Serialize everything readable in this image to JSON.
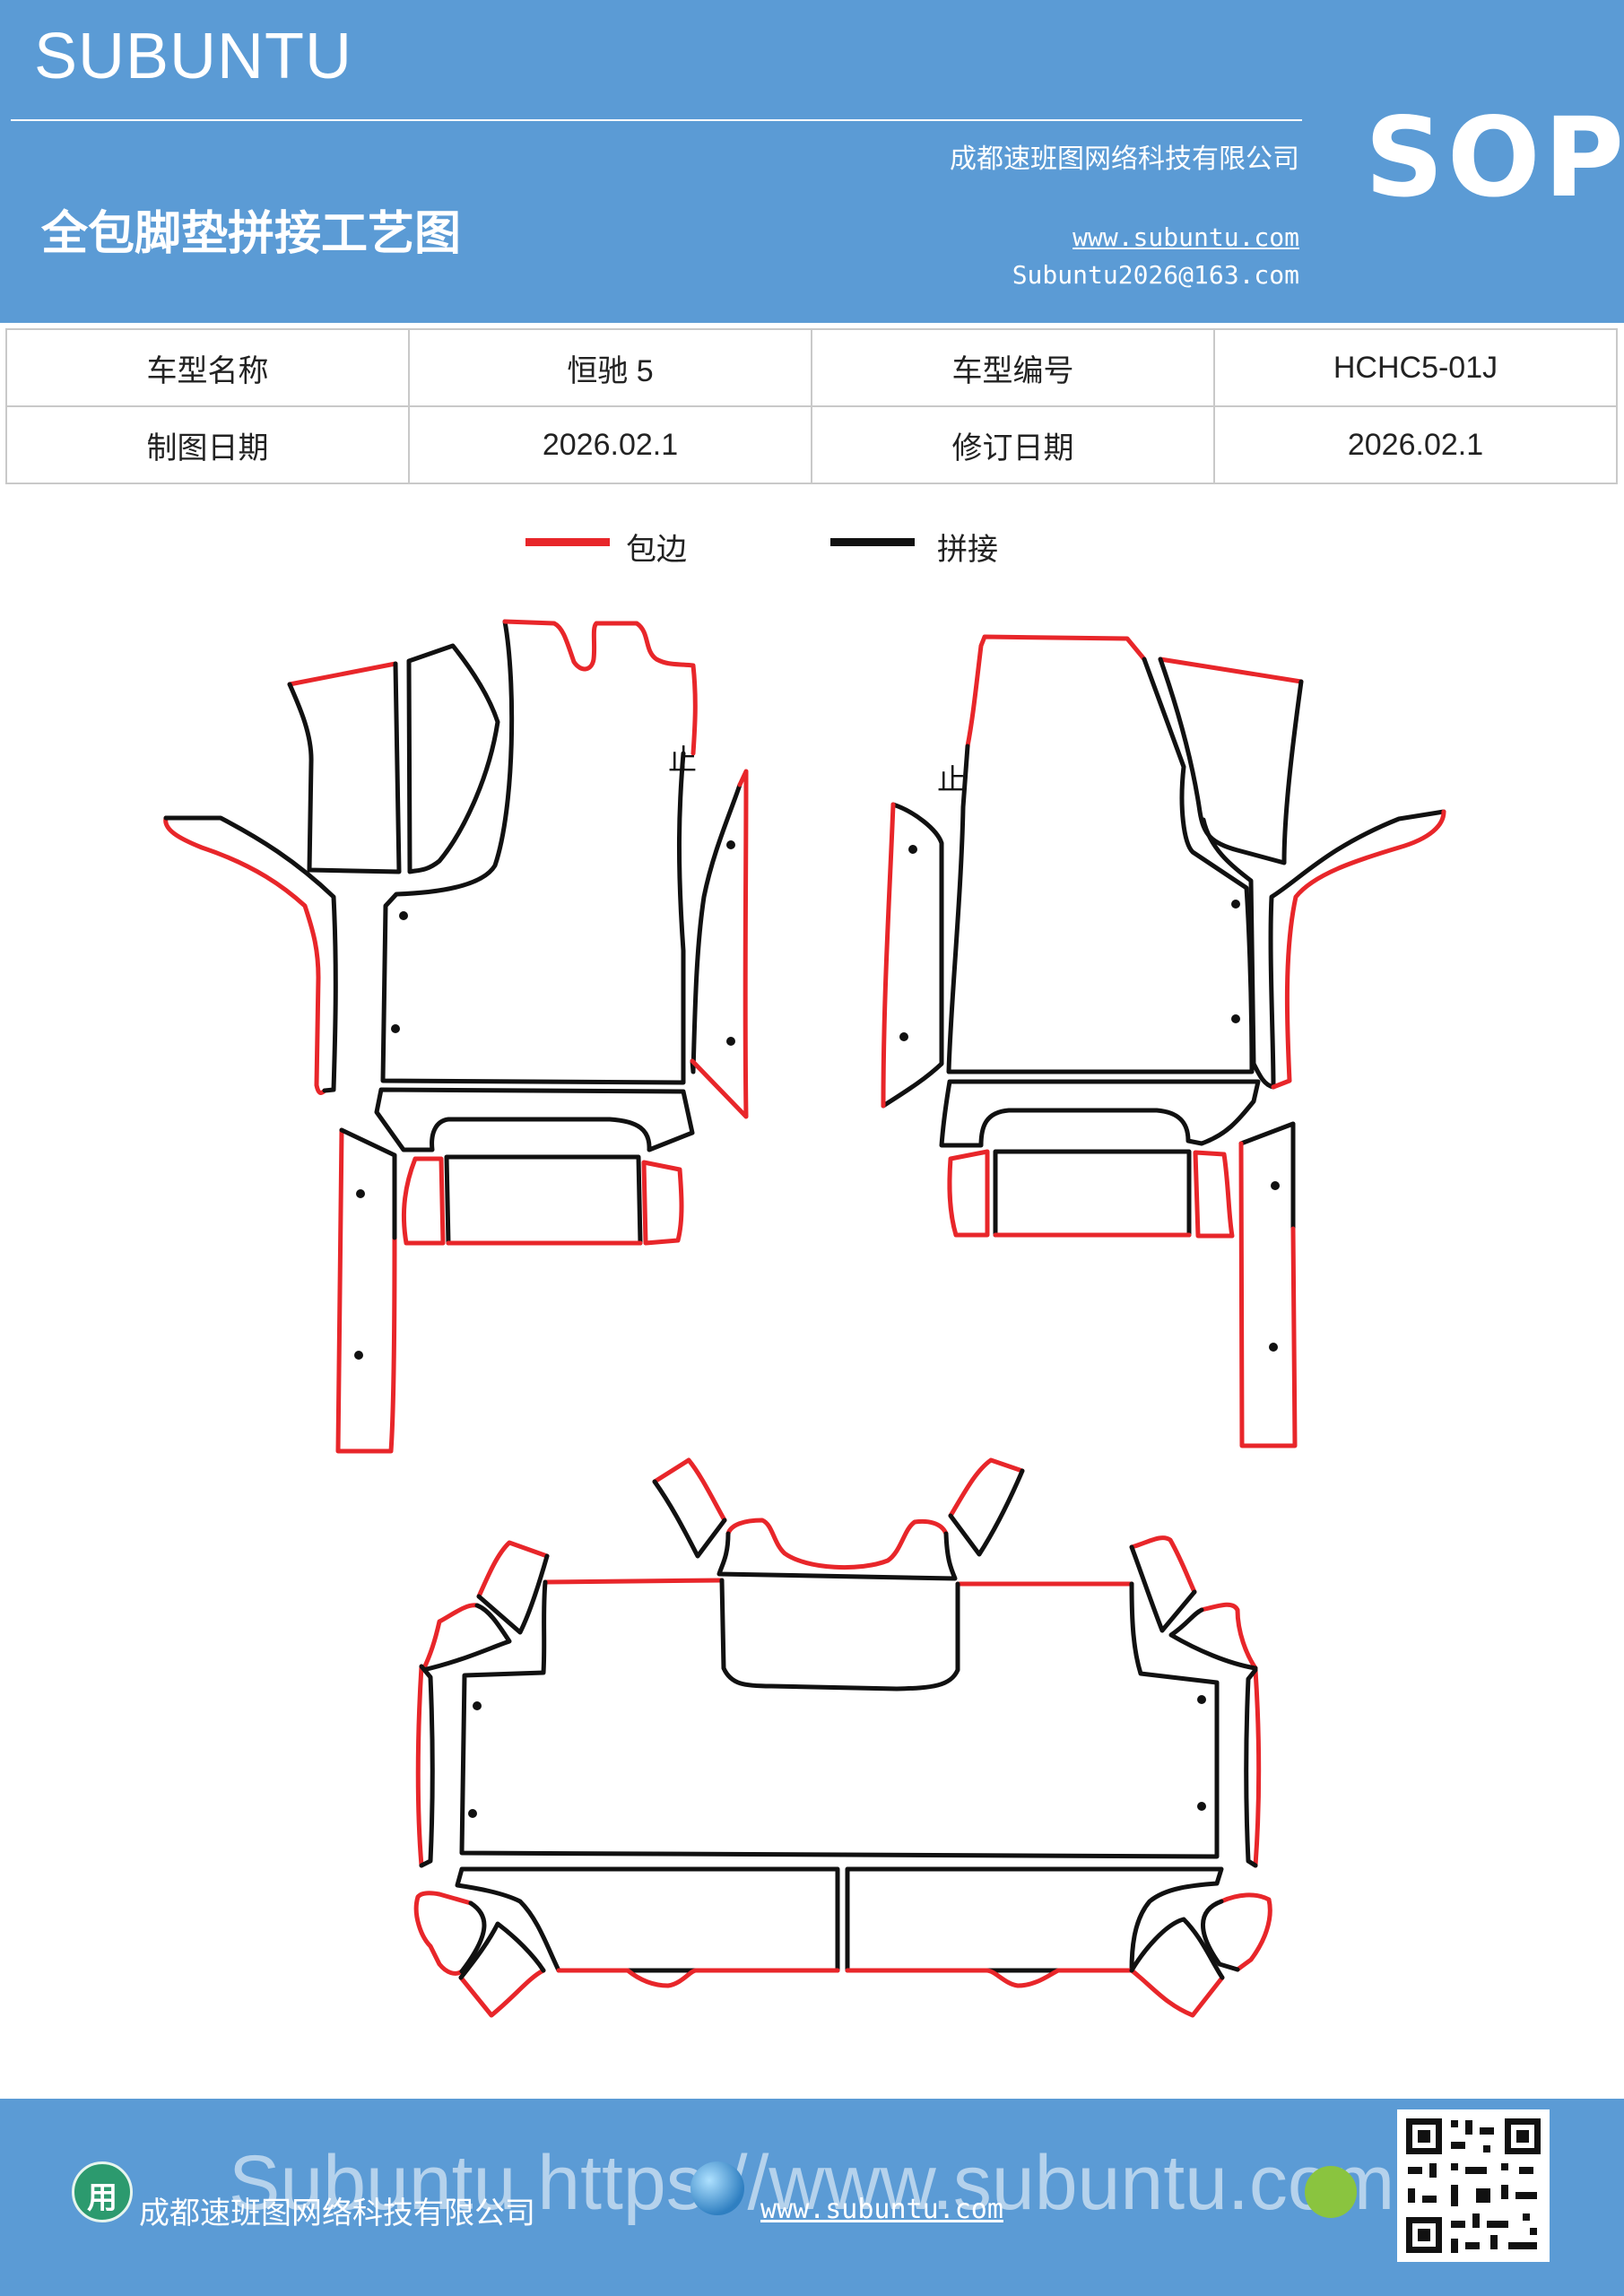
{
  "header": {
    "brand": "SUBUNTU",
    "badge": "SOP",
    "company": "成都速班图网络科技有限公司",
    "title": "全包脚垫拼接工艺图",
    "website": "www.subuntu.com",
    "email": "Subuntu2026@163.com",
    "background_color": "#5b9bd5"
  },
  "info_table": {
    "rows": [
      {
        "label1": "车型名称",
        "value1": "恒驰 5",
        "label2": "车型编号",
        "value2": "HCHC5-01J"
      },
      {
        "label1": "制图日期",
        "value1": "2026.02.1",
        "label2": "修订日期",
        "value2": "2026.02.1"
      }
    ]
  },
  "legend": {
    "items": [
      {
        "label": "包边",
        "color": "#e8262a"
      },
      {
        "label": "拼接",
        "color": "#111111"
      }
    ]
  },
  "drawing": {
    "marker_text": "止",
    "edge_color": "#e8262a",
    "seam_color": "#111111"
  },
  "footer": {
    "company": "成都速班图网络科技有限公司",
    "website": "www.subuntu.com",
    "watermark": "Subuntu https://www.subuntu.com",
    "icon_glyph": "用",
    "background_color": "#5b9bd5"
  }
}
